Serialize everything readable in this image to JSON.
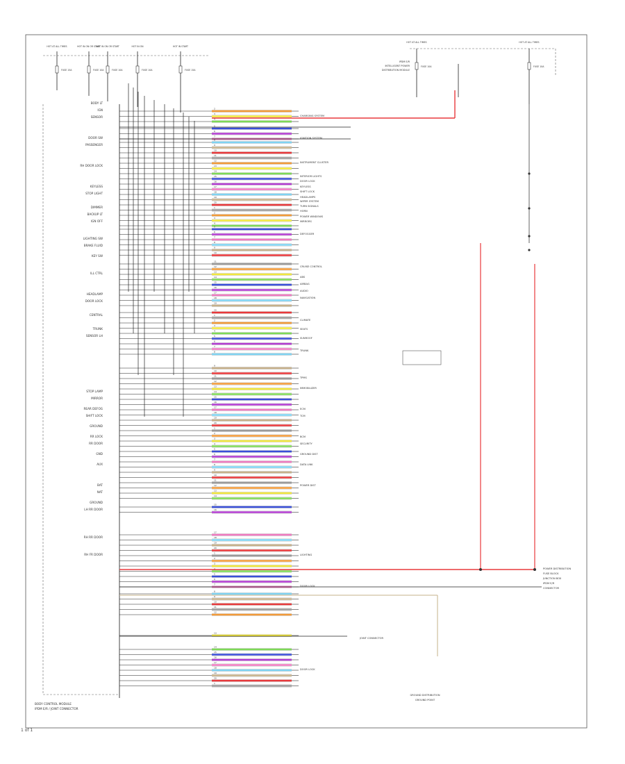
{
  "page": {
    "number": "1 of 1"
  },
  "fuse_labels": [
    "HOT AT ALL TIMES",
    "HOT IN ON OR START",
    "HOT IN ON OR START",
    "HOT IN ON",
    "HOT IN START",
    "HOT AT ALL TIMES",
    "HOT AT ALL TIMES"
  ],
  "fuse_ids": [
    "FUSE 15A",
    "FUSE 10A",
    "FUSE 10A",
    "FUSE 10A",
    "FUSE 15A",
    "FUSE 10A",
    "FUSE 10A"
  ],
  "left_labels": [
    "BODY LT",
    "IGN",
    "SENSOR",
    "DOOR SW",
    "PASSENGER",
    "RH DOOR LOCK",
    "KEYLESS",
    "STOP LIGHT",
    "DIMMER",
    "BACKUP LT",
    "IGN OFF",
    "LIGHTING SW",
    "BRAKE FLUID",
    "KEY SW",
    "ILL CTRL",
    "HEADLAMP",
    "DOOR LOCK",
    "CENTRAL",
    "TRUNK",
    "SENSOR LH",
    "STOP LAMP",
    "MIRROR",
    "REAR DEFOG",
    "SHIFT LOCK",
    "GROUND",
    "RR LOCK",
    "RR DOOR",
    "GND",
    "AUX",
    "BAT",
    "NAT",
    "GROUND",
    "LH RR DOOR",
    "RH RR DOOR",
    "RH FR DOOR"
  ],
  "right_systems": [
    "CHARGING SYSTEM",
    "IGNITION SYSTEM",
    "INSTRUMENT CLUSTER",
    "INTERIOR LIGHTS",
    "DOOR LOCK",
    "KEYLESS",
    "SHIFT LOCK",
    "HEADLAMPS",
    "WIPER SYSTEM",
    "TURN SIGNALS",
    "HORN",
    "POWER WINDOWS",
    "MIRRORS",
    "DEFOGGER",
    "CRUISE CONTROL",
    "ABS",
    "AIRBAG",
    "AUDIO",
    "NAVIGATION",
    "CLIMATE",
    "SEATS",
    "SUNROOF",
    "TRUNK",
    "TPMS",
    "IMMOBILIZER",
    "ECM",
    "TCM",
    "BCM",
    "SECURITY",
    "GROUND DIST",
    "DATA LINK",
    "POWER DIST",
    "LIGHTING",
    "DOOR LOCK",
    "DOOR LOCK"
  ],
  "module": {
    "name": "BODY CONTROL MODULE",
    "subtitle": "IPDM E/R / JOINT CONNECTOR"
  },
  "bottom_note": [
    "GROUND DISTRIBUTION",
    "GROUND POINT"
  ],
  "right_note": [
    "POWER DISTRIBUTION",
    "FUSE BLOCK",
    "JUNCTION BOX",
    "IPDM E/R",
    "CONNECTOR"
  ],
  "connector_notes": [
    "JOINT CONNECTOR",
    "IPDM E/R",
    "INTELLIGENT POWER",
    "DISTRIBUTION MODULE"
  ],
  "colors": {
    "frame": "#555555",
    "wire_black": "#222222",
    "red": "#e8383b",
    "orange": "#f29a38",
    "yellow": "#f2e73d",
    "green": "#7ed957",
    "blue": "#3a4fd8",
    "purple": "#b23bd1",
    "pink": "#ef7ac0",
    "lightblue": "#7fd3f2",
    "tan": "#c6b08a",
    "gray": "#9a9a9a"
  }
}
